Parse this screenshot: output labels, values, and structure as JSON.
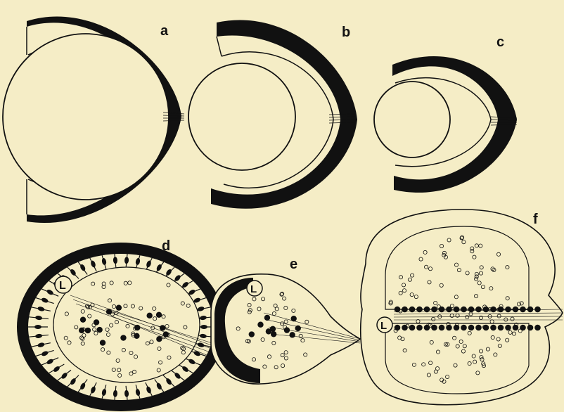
{
  "figure": {
    "background": "#f5edc6",
    "ink": "#111111",
    "panels": [
      {
        "id": "a",
        "label": "a",
        "kind": "eye-cup"
      },
      {
        "id": "b",
        "label": "b",
        "kind": "eye-cup"
      },
      {
        "id": "c",
        "label": "c",
        "kind": "eye-cup"
      },
      {
        "id": "d",
        "label": "d",
        "kind": "cell-section",
        "inner_label": "L"
      },
      {
        "id": "e",
        "label": "e",
        "kind": "cell-section",
        "inner_label": "L"
      },
      {
        "id": "f",
        "label": "f",
        "kind": "cell-section",
        "inner_label": "L"
      }
    ]
  }
}
